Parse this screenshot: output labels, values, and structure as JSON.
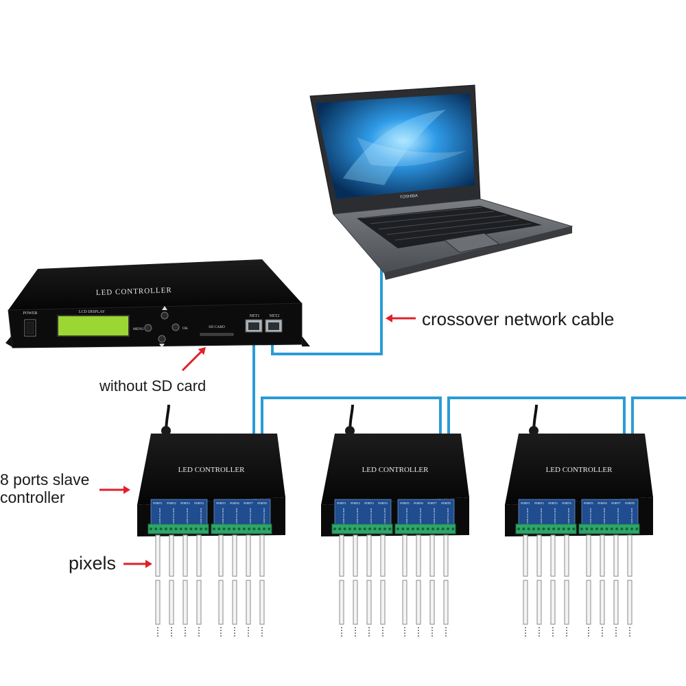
{
  "labels": {
    "crossover": "crossover network cable",
    "sd_card_note": "without SD card",
    "slave": [
      "8 ports slave",
      "controller"
    ],
    "pixels": "pixels"
  },
  "master": {
    "title": "LED CONTROLLER",
    "power": "POWER",
    "lcd_display": "LCD DISPLAY",
    "menu": "MENU",
    "ok": "OK",
    "sd_card": "SD CARD",
    "net1": "NET1",
    "net2": "NET2"
  },
  "laptop": {
    "brand": "TOSHIBA"
  },
  "slave": {
    "title": "LED CONTROLLER",
    "ports": [
      "PORT1",
      "PORT2",
      "PORT3",
      "PORT4",
      "PORT5",
      "PORT6",
      "PORT7",
      "PORT8"
    ],
    "pins": "GND CLK DAT"
  },
  "colors": {
    "cable": "#2a9bd6",
    "arrow": "#e0202a",
    "device": "#111111",
    "terminal": "#2fa56a"
  },
  "icons": [
    "arrow-icon",
    "network-port-icon",
    "power-switch-icon"
  ]
}
